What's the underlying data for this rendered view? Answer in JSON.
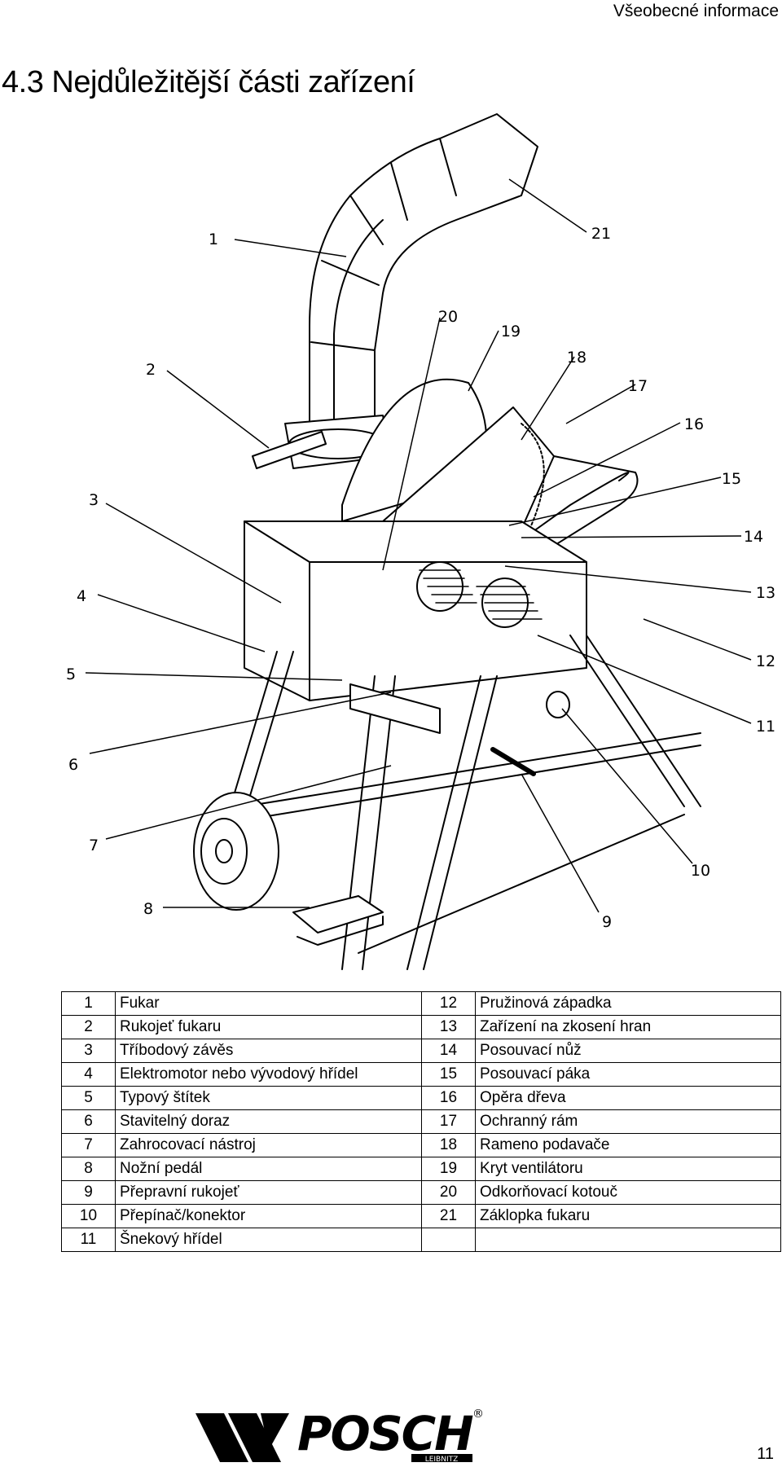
{
  "header": {
    "section": "Všeobecné informace"
  },
  "title": "4.3 Nejdůležitější části zařízení",
  "callouts": [
    "1",
    "2",
    "3",
    "4",
    "5",
    "6",
    "7",
    "8",
    "9",
    "10",
    "11",
    "12",
    "13",
    "14",
    "15",
    "16",
    "17",
    "18",
    "19",
    "20",
    "21"
  ],
  "parts_table": {
    "rows": [
      {
        "left_num": "1",
        "left_name": "Fukar",
        "right_num": "12",
        "right_name": "Pružinová západka"
      },
      {
        "left_num": "2",
        "left_name": "Rukojeť fukaru",
        "right_num": "13",
        "right_name": "Zařízení na zkosení hran"
      },
      {
        "left_num": "3",
        "left_name": "Tříbodový závěs",
        "right_num": "14",
        "right_name": "Posouvací nůž"
      },
      {
        "left_num": "4",
        "left_name": "Elektromotor nebo vývodový hřídel",
        "right_num": "15",
        "right_name": "Posouvací páka"
      },
      {
        "left_num": "5",
        "left_name": "Typový štítek",
        "right_num": "16",
        "right_name": "Opěra dřeva"
      },
      {
        "left_num": "6",
        "left_name": "Stavitelný doraz",
        "right_num": "17",
        "right_name": "Ochranný rám"
      },
      {
        "left_num": "7",
        "left_name": "Zahrocovací nástroj",
        "right_num": "18",
        "right_name": "Rameno podavače"
      },
      {
        "left_num": "8",
        "left_name": "Nožní pedál",
        "right_num": "19",
        "right_name": "Kryt ventilátoru"
      },
      {
        "left_num": "9",
        "left_name": "Přepravní rukojeť",
        "right_num": "20",
        "right_name": "Odkorňovací kotouč"
      },
      {
        "left_num": "10",
        "left_name": "Přepínač/konektor",
        "right_num": "21",
        "right_name": "Záklopka fukaru"
      },
      {
        "left_num": "11",
        "left_name": "Šnekový hřídel",
        "right_num": "",
        "right_name": ""
      }
    ]
  },
  "logo": {
    "brand": "POSCH",
    "sub": "LEIBNITZ",
    "mark": "®"
  },
  "footer": {
    "page_number": "11"
  }
}
